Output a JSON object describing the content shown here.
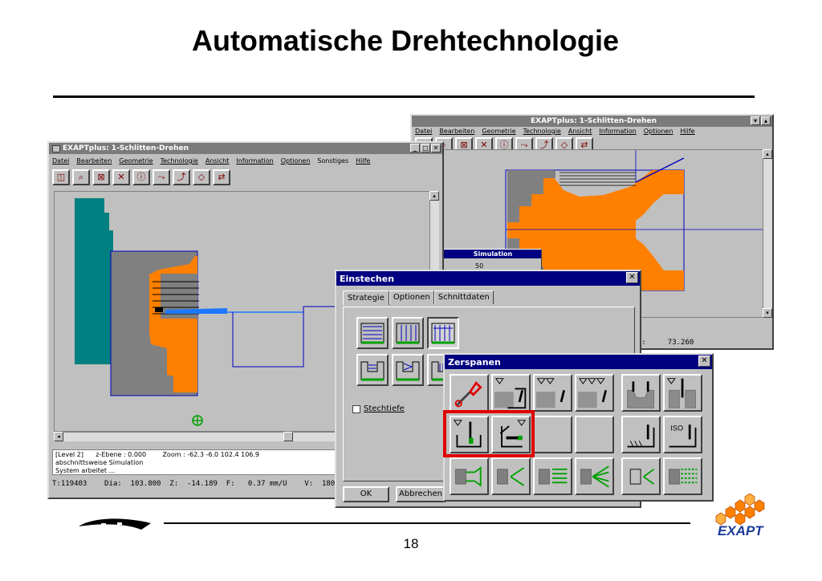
{
  "slide": {
    "title": "Automatische Drehtechnologie",
    "page_number": "18"
  },
  "window_back": {
    "title": "EXAPTplus:  1-Schlitten-Drehen",
    "menu": [
      "Datei",
      "Bearbeiten",
      "Geometrie",
      "Technologie",
      "Ansicht",
      "Information",
      "Optionen",
      "Hilfe"
    ],
    "readout_prefix": "eit:",
    "readout_value": "73.260",
    "simulation_title": "Simulation",
    "simulation_value": "50"
  },
  "window_front": {
    "title": "EXAPTplus:  1-Schlitten-Drehen",
    "menu": [
      "Datei",
      "Bearbeiten",
      "Geometrie",
      "Technologie",
      "Ansicht",
      "Information",
      "Optionen",
      "Sonstiges",
      "Hilfe"
    ],
    "status": {
      "level": "[Level 2]",
      "z_ebene": "z-Ebene :  0.000",
      "zoom": "Zoom :  -62.3  -6.0   102.4  106.9",
      "line2": "abschnittsweise Simulation",
      "line3": "System arbeitet ..."
    },
    "readout": "T:119403    Dia:  103.800  Z:  -14.189  F:   0.37 mm/U    V:  180"
  },
  "dialog_einstechen": {
    "title": "Einstechen",
    "close": "✕",
    "tabs": [
      "Strategie",
      "Optionen",
      "Schnittdaten"
    ],
    "checkbox_label": "Stechtiefe",
    "ok_label": "OK",
    "cancel_label": "Abbrechen"
  },
  "dialog_zerspanen": {
    "title": "Zerspanen",
    "close": "✕",
    "iso_label": "ISO"
  },
  "colors": {
    "workpiece": "#ff8000",
    "chuck": "#008080",
    "tool_gray": "#808080",
    "contour": "#0000c0",
    "tool_blue": "#1e78ff",
    "highlight": "#e00000",
    "hatch_green": "#00a000",
    "titlebar": "#000080"
  },
  "icons": {
    "toolbar": [
      "measure-icon",
      "magnifier-icon",
      "zoom-area-icon",
      "delete-icon",
      "info-icon",
      "tool-path-icon",
      "tool-path-alt-icon",
      "eraser-icon",
      "redo-icon"
    ],
    "logo": "exapt-logo"
  }
}
